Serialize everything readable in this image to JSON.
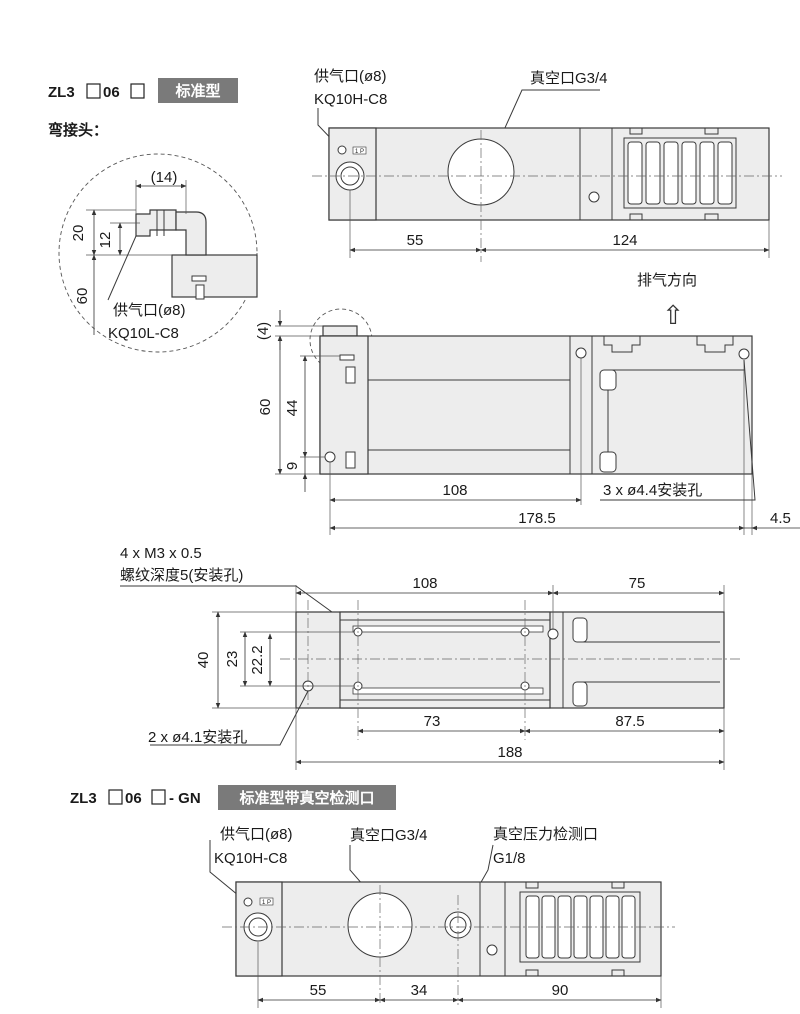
{
  "section1": {
    "model_prefix": "ZL3",
    "model_mid": "06",
    "type_badge": "标准型",
    "elbow_label": "弯接头："
  },
  "section2": {
    "model_prefix": "ZL3",
    "model_mid": "06",
    "model_suffix": "- GN",
    "type_badge": "标准型带真空检测口"
  },
  "top_view": {
    "supply_port": "供气口(ø8)",
    "supply_fitting": "KQ10H-C8",
    "vacuum_port": "真空口G3/4",
    "dim_a": "55",
    "dim_b": "124",
    "exhaust": "排气方向",
    "arrow_glyph": "⇧"
  },
  "elbow_detail": {
    "dim_14": "(14)",
    "dim_20": "20",
    "dim_12": "12",
    "dim_60": "60",
    "supply_port": "供气口(ø8)",
    "fitting": "KQ10L-C8"
  },
  "side_view": {
    "dim_4": "(4)",
    "dim_60": "60",
    "dim_44": "44",
    "dim_9": "9",
    "dim_108": "108",
    "dim_1785": "178.5",
    "dim_45": "4.5",
    "mount_holes": "3 x ø4.4安装孔"
  },
  "bottom_view": {
    "thread_spec": "4 x M3 x 0.5",
    "thread_depth": "螺纹深度5(安装孔)",
    "dim_108": "108",
    "dim_75": "75",
    "dim_40": "40",
    "dim_23": "23",
    "dim_222": "22.2",
    "dim_73": "73",
    "dim_875": "87.5",
    "dim_188": "188",
    "mount_holes": "2 x ø4.1安装孔"
  },
  "gn_view": {
    "supply_port": "供气口(ø8)",
    "supply_fitting": "KQ10H-C8",
    "vacuum_port": "真空口G3/4",
    "vacuum_sensor_port": "真空压力检测口",
    "sensor_thread": "G1/8",
    "dim_55": "55",
    "dim_34": "34",
    "dim_90": "90"
  },
  "colors": {
    "badge": "#7a7a7a",
    "body": "#ededed",
    "line": "#3a3a3a"
  }
}
